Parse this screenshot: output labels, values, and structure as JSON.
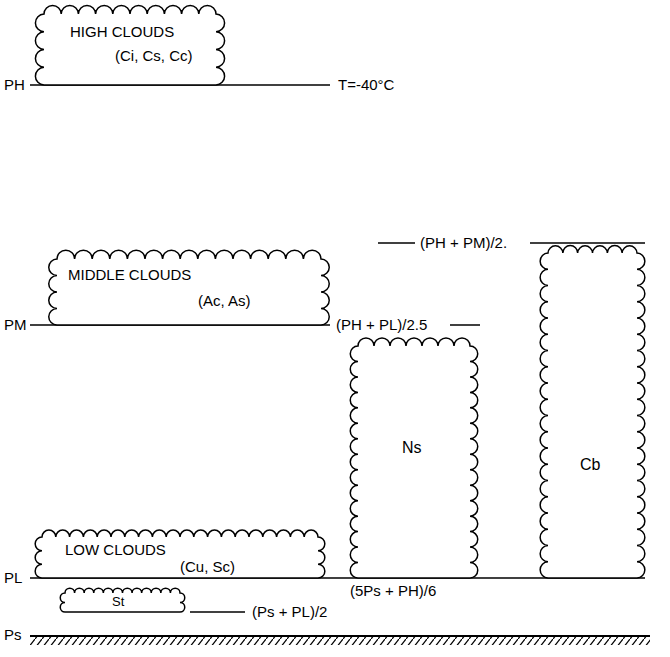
{
  "diagram": {
    "nodes": [
      {
        "text": [
          "HIGH CLOUDS",
          "(Ci, Cs, Cc)"
        ]
      },
      {
        "text": [
          "MIDDLE CLOUDS",
          "(Ac, As)"
        ]
      },
      {
        "text": [
          "Ns"
        ]
      },
      {
        "text": [
          "Cb"
        ]
      },
      {
        "text": [
          "LOW CLOUDS",
          "(Cu, Sc)"
        ]
      },
      {
        "text": [
          "St"
        ]
      }
    ],
    "labels": [
      "PH",
      "T=-40°C",
      "(PH + PM)/2.",
      "PM",
      "(PH + PL)/2.5",
      "PL",
      "(5Ps + PH)/6",
      "(Ps + PL)/2",
      "Ps"
    ]
  }
}
